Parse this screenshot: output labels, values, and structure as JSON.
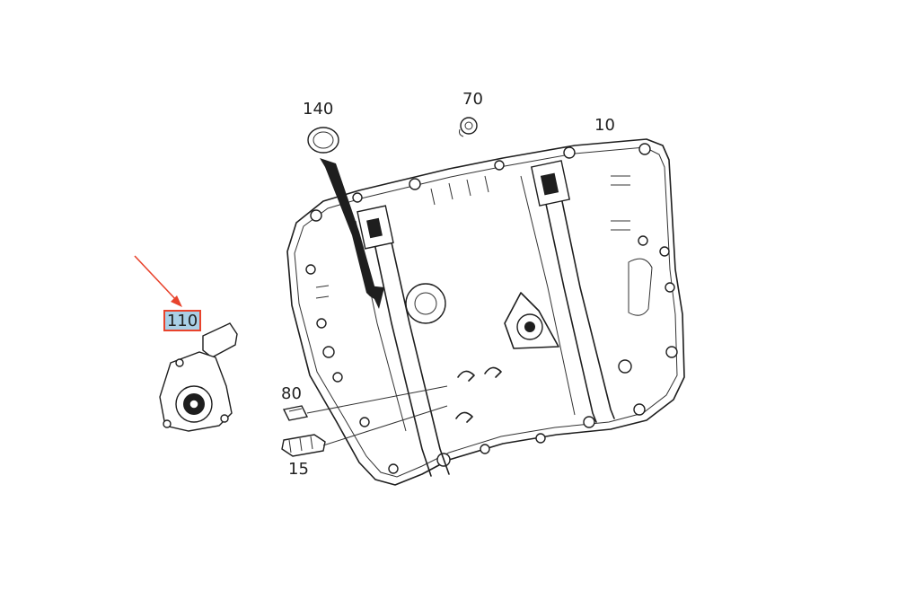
{
  "parts": [
    {
      "id": "part-140",
      "label": "140"
    },
    {
      "id": "part-70",
      "label": "70"
    },
    {
      "id": "part-10",
      "label": "10"
    },
    {
      "id": "part-80",
      "label": "80"
    },
    {
      "id": "part-15",
      "label": "15"
    },
    {
      "id": "part-110",
      "label": "110"
    }
  ],
  "highlight": {
    "part_label": "110",
    "box_fill": "#a9cfe6",
    "border_color": "#e8432c",
    "arrow_color": "#e8432c"
  },
  "line_color": "#1e1e1e"
}
